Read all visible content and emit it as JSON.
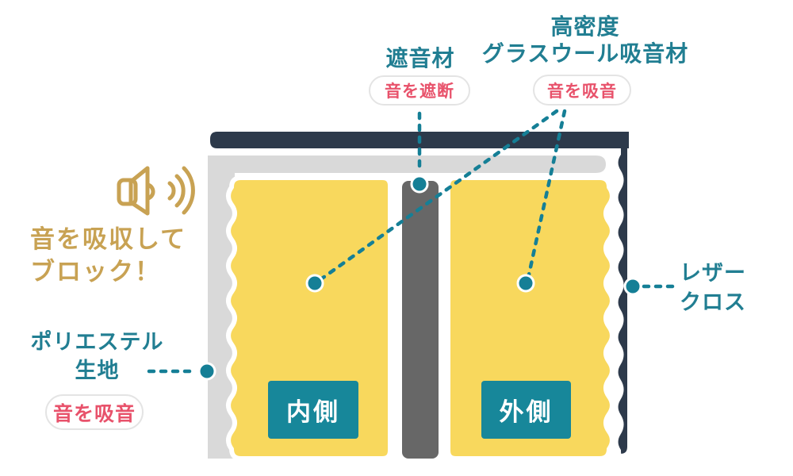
{
  "diagram": {
    "tagline": {
      "line1": "音を吸収して",
      "line2": "ブロック！"
    },
    "labels": {
      "insulation": "遮音材",
      "glasswool_line1": "高密度",
      "glasswool_line2": "グラスウール吸音材",
      "polyester_line1": "ポリエステル",
      "polyester_line2": "生地",
      "leather_line1": "レザー",
      "leather_line2": "クロス"
    },
    "badges": {
      "block": "音を遮断",
      "absorb_top": "音を吸音",
      "absorb_left": "音を吸音"
    },
    "panels": {
      "inner": "内側",
      "outer": "外側"
    },
    "icons": {
      "speaker": "speaker-sound-waves-icon"
    },
    "colors": {
      "teal": "#157f96",
      "teal_text": "#217e92",
      "navy": "#2d3a4b",
      "yellow": "#f8d85d",
      "light_gray": "#d9d9d9",
      "dark_gray": "#676767",
      "pink": "#e8526b",
      "gold": "#c8a253",
      "panel_teal": "#17879a"
    }
  }
}
